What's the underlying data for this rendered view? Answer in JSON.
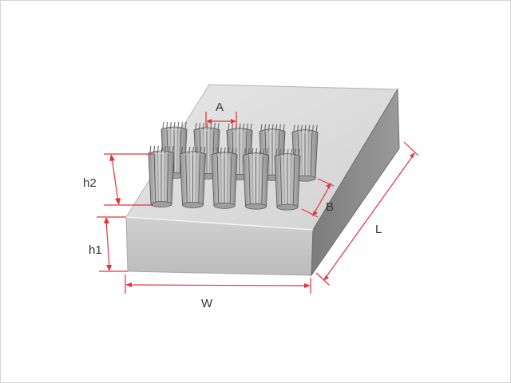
{
  "colors": {
    "dimension": "#e8303a",
    "label": "#333333",
    "top_face": "#d9d9d9",
    "front_face": "#c8c8c8",
    "side_face": "#8a8a8a",
    "bristle_dark": "#5a5a5a",
    "bristle_light": "#bdbdbd",
    "frame_border": "#d4d4d4"
  },
  "labels": {
    "A": "A",
    "B": "B",
    "h1": "h1",
    "h2": "h2",
    "W": "W",
    "L": "L"
  },
  "tufts": {
    "rows": 2,
    "columns": 5
  }
}
